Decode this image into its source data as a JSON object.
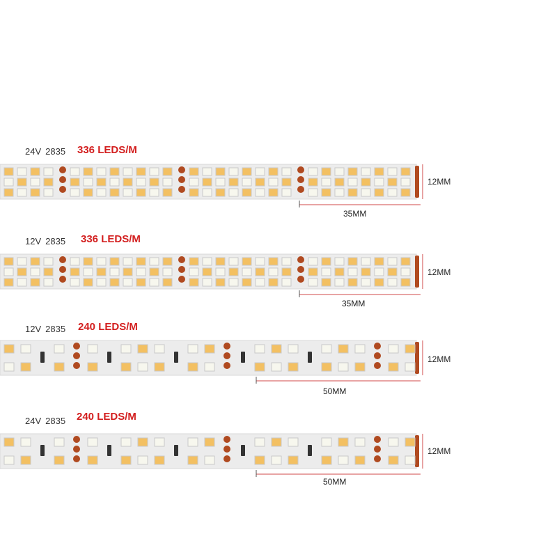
{
  "strips": [
    {
      "voltage": "24V",
      "chip": "2835",
      "density": "336 LEDS/M",
      "width": "12MM",
      "segment": "35MM",
      "style": "dense"
    },
    {
      "voltage": "12V",
      "chip": "2835",
      "density": "336 LEDS/M",
      "width": "12MM",
      "segment": "35MM",
      "style": "dense"
    },
    {
      "voltage": "12V",
      "chip": "2835",
      "density": "240 LEDS/M",
      "width": "12MM",
      "segment": "50MM",
      "style": "sparse"
    },
    {
      "voltage": "24V",
      "chip": "2835",
      "density": "240 LEDS/M",
      "width": "12MM",
      "segment": "50MM",
      "style": "sparse"
    }
  ],
  "colors": {
    "pcb": "#ececec",
    "led_warm": "#f3c062",
    "led_cold": "#f7f7ee",
    "pad": "#b04a20",
    "dim_line": "#d04848",
    "text_red": "#d31f1f"
  }
}
